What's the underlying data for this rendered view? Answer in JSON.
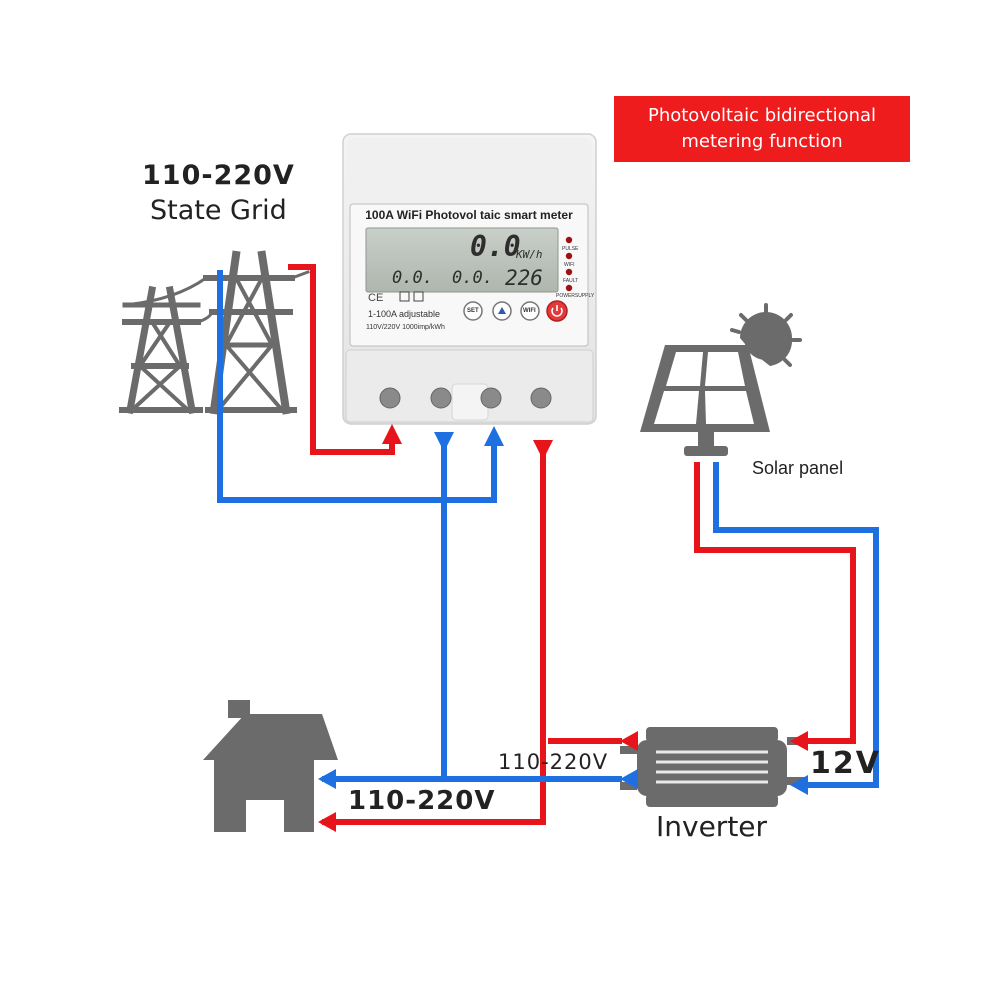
{
  "banner": {
    "text": "Photovoltaic bidirectional\nmetering function"
  },
  "grid": {
    "voltage": "110-220V",
    "name": "State Grid"
  },
  "meter": {
    "title": "100A WiFi Photovol taic smart meter",
    "lcd_main": "0.0",
    "lcd_unit": "KW/h",
    "lcd_sub1": "0.0.",
    "lcd_sub2": "0.0.",
    "lcd_sub3": "226",
    "indicators": [
      "PULSE",
      "WIFI",
      "FAULT",
      "POWERSUPPLY"
    ],
    "spec_range": "1-100A adjustable",
    "spec_rating": "110V/220V 1000imp/kWh",
    "buttons": [
      "SET",
      "WIFI"
    ]
  },
  "solar": {
    "label": "Solar panel"
  },
  "inverter": {
    "label": "Inverter",
    "ac_output": "110-220V",
    "dc_input": "12V"
  },
  "house": {
    "supply": "110-220V"
  },
  "colors": {
    "live": "#e8141c",
    "neutral": "#1e6fe0",
    "device": "#6b6b6b",
    "banner": "#ee1c1c"
  }
}
